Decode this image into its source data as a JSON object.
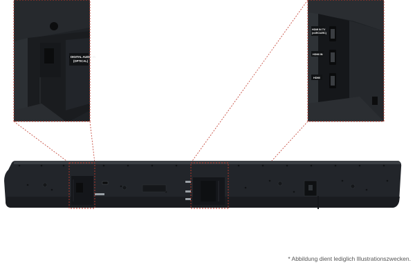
{
  "image": {
    "subject": "soundbar-rear-panel",
    "colors": {
      "background": "#ffffff",
      "body": "#1e2124",
      "body_light": "#2b2e32",
      "callout": "#c0392b",
      "label_bg": "#f4f4f4",
      "text": "#555555"
    }
  },
  "callouts": {
    "left": {
      "port_label_line1": "DIGITAL AUDIO IN",
      "port_label_line2": "(OPTICAL)"
    },
    "right": {
      "port_label_1_line1": "HDMI IN TV",
      "port_label_1_line2": "(eARC/ARC)",
      "port_label_2": "HDMI IN",
      "port_label_3": "HDMI"
    }
  },
  "disclaimer": "* Abbildung dient lediglich Illustrationszwecken."
}
